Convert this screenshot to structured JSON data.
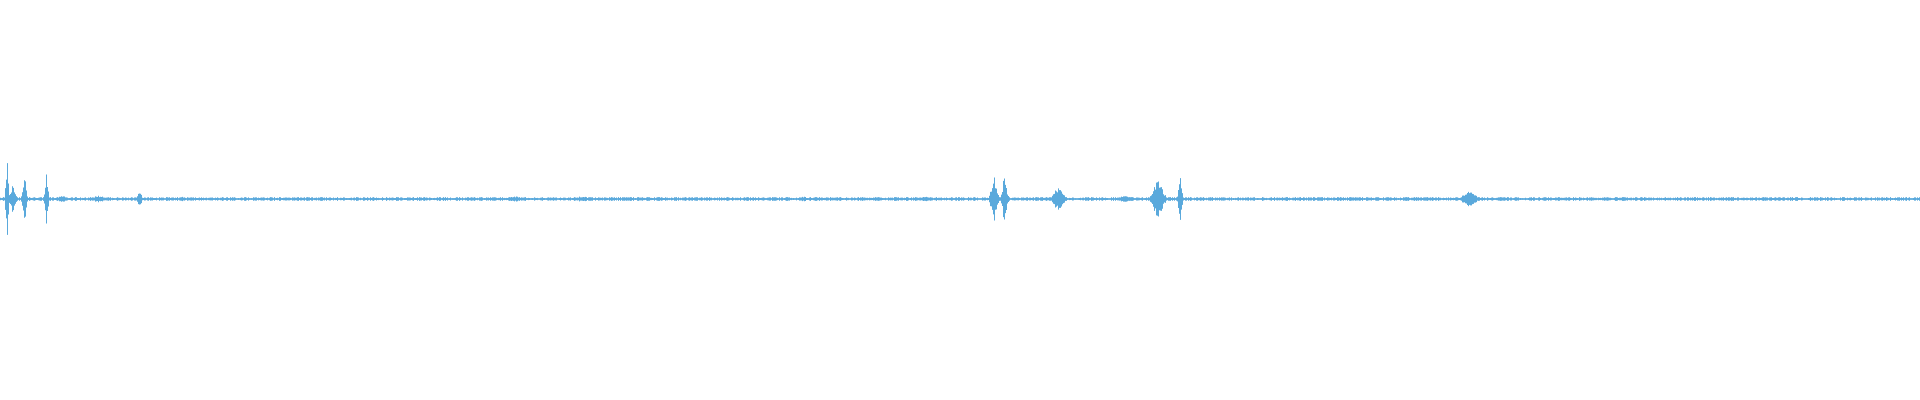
{
  "waveform": {
    "wave_color": "#5aa9dc",
    "background_color": "#ffffff",
    "baseline_amplitude": 0.004,
    "bursts": [
      {
        "center": 0.0035,
        "amplitude": 0.105,
        "spread": 0.0008
      },
      {
        "center": 0.0065,
        "amplitude": 0.035,
        "spread": 0.0016
      },
      {
        "center": 0.0125,
        "amplitude": 0.055,
        "spread": 0.0012
      },
      {
        "center": 0.024,
        "amplitude": 0.062,
        "spread": 0.001
      },
      {
        "center": 0.032,
        "amplitude": 0.008,
        "spread": 0.003
      },
      {
        "center": 0.051,
        "amplitude": 0.008,
        "spread": 0.004
      },
      {
        "center": 0.0725,
        "amplitude": 0.024,
        "spread": 0.0012
      },
      {
        "center": 0.0945,
        "amplitude": 0.006,
        "spread": 0.002
      },
      {
        "center": 0.268,
        "amplitude": 0.007,
        "spread": 0.004
      },
      {
        "center": 0.303,
        "amplitude": 0.007,
        "spread": 0.004
      },
      {
        "center": 0.418,
        "amplitude": 0.006,
        "spread": 0.003
      },
      {
        "center": 0.482,
        "amplitude": 0.007,
        "spread": 0.004
      },
      {
        "center": 0.5175,
        "amplitude": 0.055,
        "spread": 0.0018
      },
      {
        "center": 0.523,
        "amplitude": 0.06,
        "spread": 0.0014
      },
      {
        "center": 0.551,
        "amplitude": 0.03,
        "spread": 0.003
      },
      {
        "center": 0.586,
        "amplitude": 0.008,
        "spread": 0.005
      },
      {
        "center": 0.603,
        "amplitude": 0.048,
        "spread": 0.003
      },
      {
        "center": 0.6145,
        "amplitude": 0.058,
        "spread": 0.001
      },
      {
        "center": 0.765,
        "amplitude": 0.02,
        "spread": 0.004
      }
    ]
  }
}
